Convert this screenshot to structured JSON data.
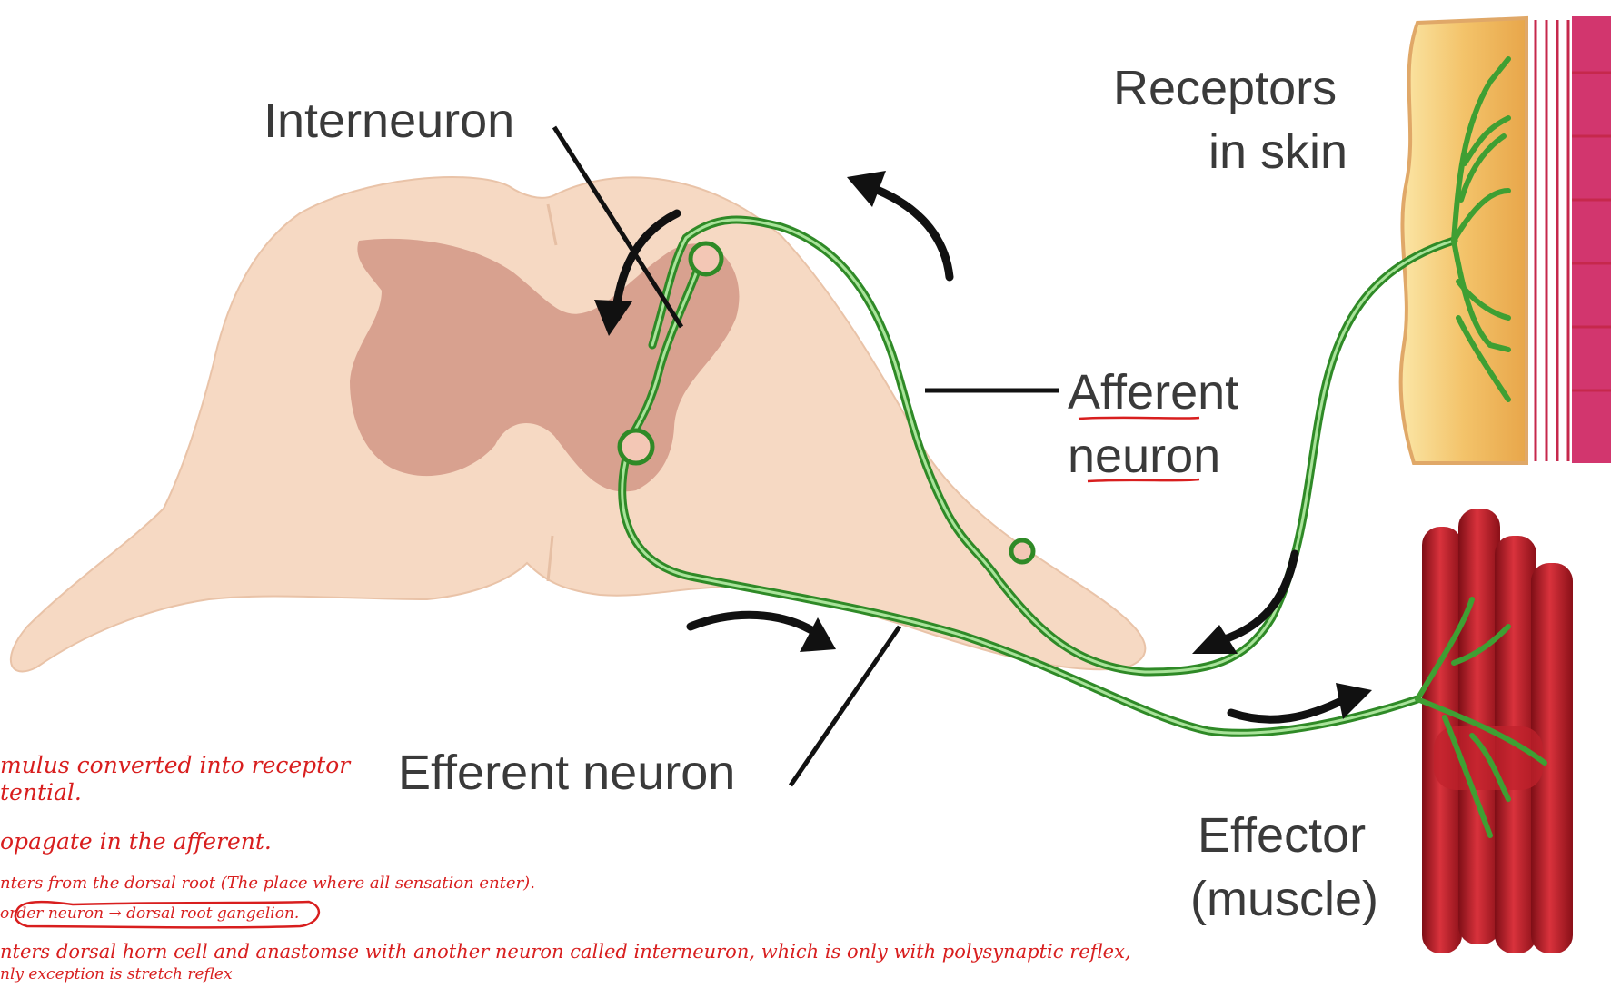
{
  "labels": {
    "interneuron": "Interneuron",
    "receptors_line1": "Receptors",
    "receptors_line2": "in skin",
    "afferent_line1": "Afferent",
    "afferent_line2": "neuron",
    "efferent": "Efferent neuron",
    "effector_line1": "Effector",
    "effector_line2": "(muscle)"
  },
  "notes": [
    "mulus converted into receptor",
    "tential.",
    "opagate in the afferent.",
    "nters from the dorsal root (The place where all sensation enter).",
    "order neuron → dorsal root gangelion.",
    "nters dorsal horn cell and anastomse with another neuron called interneuron, which is only with polysynaptic reflex,",
    "nly exception is stretch reflex"
  ],
  "colors": {
    "cord": "#f6d9c3",
    "gray_matter": "#d8a18f",
    "neuron": "#4caa3a",
    "neuron_light": "#a9e39a",
    "skin": "#f3c36a",
    "dermis": "#d2366e",
    "muscle": "#b51a24",
    "annotation": "#d81e1e",
    "arrow": "#111111"
  }
}
